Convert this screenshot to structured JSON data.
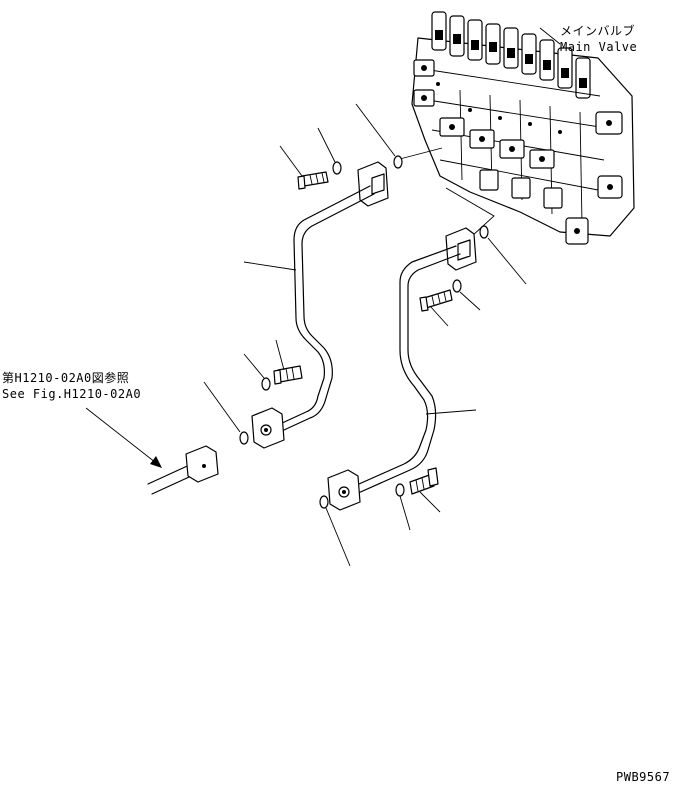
{
  "labels": {
    "main_valve_jp": "メインバルブ",
    "main_valve_en": "Main Valve",
    "ref_jp": "第H1210-02A0図参照",
    "ref_en": "See Fig.H1210-02A0",
    "drawing_no": "PWB9567"
  },
  "icons": {
    "main_valve": "main-valve-icon",
    "pipe_upper": "pipe-icon",
    "pipe_lower": "pipe-icon",
    "bolt": "bolt-icon",
    "washer": "washer-icon",
    "o_ring": "o-ring-icon",
    "flange": "flange-icon"
  },
  "colors": {
    "line": "#000000",
    "background": "#ffffff"
  }
}
